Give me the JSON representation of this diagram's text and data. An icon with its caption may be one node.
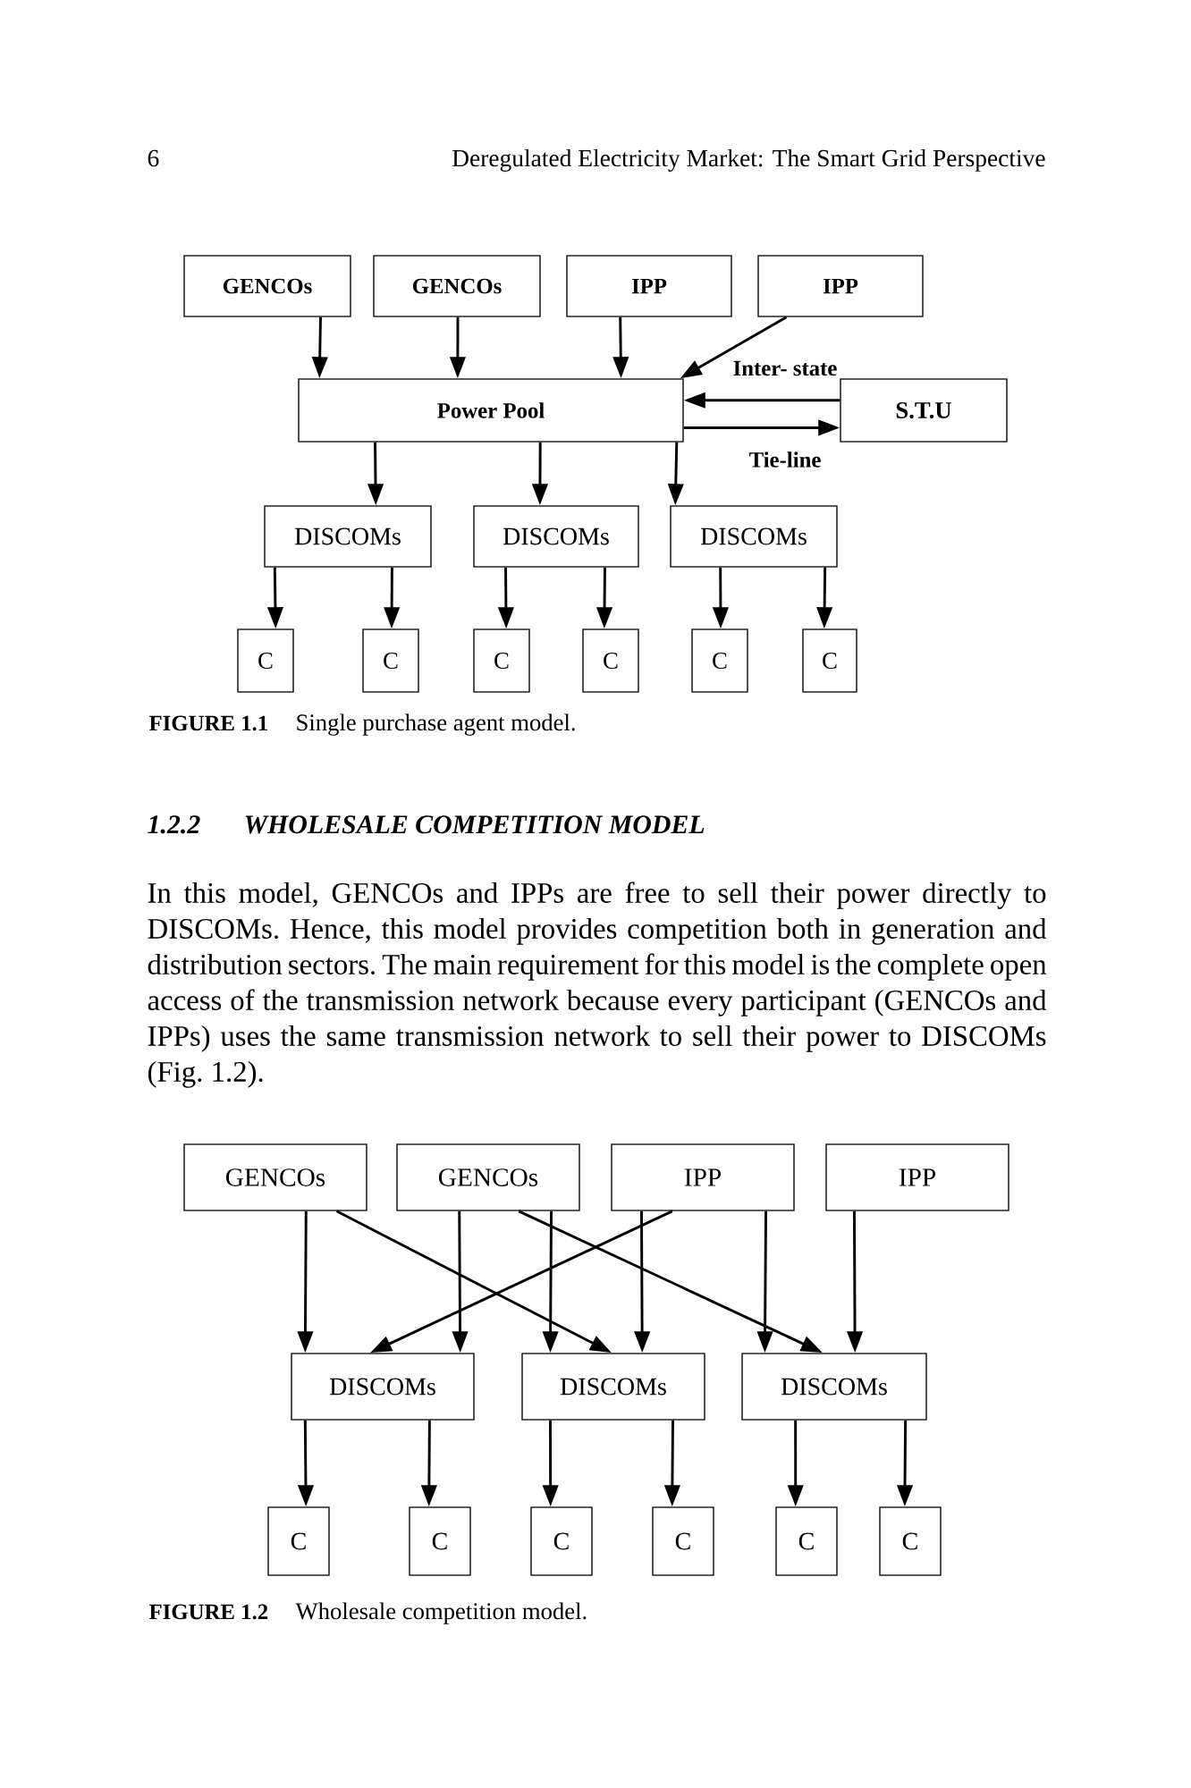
{
  "diagram": {
    "nodes": [
      {
        "text": [
          "GENCOs"
        ]
      },
      {
        "text": [
          "GENCOs"
        ]
      },
      {
        "text": [
          "IPP"
        ]
      },
      {
        "text": [
          "IPP"
        ]
      },
      {
        "text": [
          "Power Pool"
        ]
      },
      {
        "text": [
          "S.T.U"
        ]
      },
      {
        "text": [
          "DISCOMs"
        ]
      },
      {
        "text": [
          "DISCOMs"
        ]
      },
      {
        "text": [
          "DISCOMs"
        ]
      },
      {
        "text": [
          "C"
        ]
      },
      {
        "text": [
          "C"
        ]
      },
      {
        "text": [
          "C"
        ]
      },
      {
        "text": [
          "C"
        ]
      },
      {
        "text": [
          "C"
        ]
      },
      {
        "text": [
          "C"
        ]
      },
      {
        "text": [
          "GENCOs"
        ]
      },
      {
        "text": [
          "GENCOs"
        ]
      },
      {
        "text": [
          "IPP"
        ]
      },
      {
        "text": [
          "IPP"
        ]
      },
      {
        "text": [
          "DISCOMs"
        ]
      },
      {
        "text": [
          "DISCOMs"
        ]
      },
      {
        "text": [
          "DISCOMs"
        ]
      },
      {
        "text": [
          "C"
        ]
      },
      {
        "text": [
          "C"
        ]
      },
      {
        "text": [
          "C"
        ]
      },
      {
        "text": [
          "C"
        ]
      },
      {
        "text": [
          "C"
        ]
      },
      {
        "text": [
          "C"
        ]
      }
    ],
    "edges": [
      {
        "from": 0,
        "to": 4,
        "arrow": "to"
      },
      {
        "from": 1,
        "to": 4,
        "arrow": "to"
      },
      {
        "from": 2,
        "to": 4,
        "arrow": "to"
      },
      {
        "from": 3,
        "to": 4,
        "arrow": "to"
      },
      {
        "from": 5,
        "to": 4,
        "arrow": "to",
        "label": "Inter- state"
      },
      {
        "from": 4,
        "to": 5,
        "arrow": "to",
        "label": "Tie-line"
      },
      {
        "from": 4,
        "to": 6,
        "arrow": "to"
      },
      {
        "from": 4,
        "to": 7,
        "arrow": "to"
      },
      {
        "from": 4,
        "to": 8,
        "arrow": "to"
      },
      {
        "from": 6,
        "to": 9,
        "arrow": "to"
      },
      {
        "from": 6,
        "to": 10,
        "arrow": "to"
      },
      {
        "from": 7,
        "to": 11,
        "arrow": "to"
      },
      {
        "from": 7,
        "to": 12,
        "arrow": "to"
      },
      {
        "from": 8,
        "to": 13,
        "arrow": "to"
      },
      {
        "from": 8,
        "to": 14,
        "arrow": "to"
      },
      {
        "from": 15,
        "to": 19,
        "arrow": "to"
      },
      {
        "from": 15,
        "to": 20,
        "arrow": "to"
      },
      {
        "from": 16,
        "to": 19,
        "arrow": "to"
      },
      {
        "from": 16,
        "to": 20,
        "arrow": "to"
      },
      {
        "from": 16,
        "to": 21,
        "arrow": "to"
      },
      {
        "from": 17,
        "to": 19,
        "arrow": "to"
      },
      {
        "from": 17,
        "to": 20,
        "arrow": "to"
      },
      {
        "from": 17,
        "to": 21,
        "arrow": "to"
      },
      {
        "from": 18,
        "to": 21,
        "arrow": "to"
      },
      {
        "from": 19,
        "to": 22,
        "arrow": "to"
      },
      {
        "from": 19,
        "to": 23,
        "arrow": "to"
      },
      {
        "from": 20,
        "to": 24,
        "arrow": "to"
      },
      {
        "from": 20,
        "to": 25,
        "arrow": "to"
      },
      {
        "from": 21,
        "to": 26,
        "arrow": "to"
      },
      {
        "from": 21,
        "to": 27,
        "arrow": "to"
      }
    ],
    "labels": [
      "6",
      "Deregulated Electricity Market: The Smart Grid Perspective",
      "FIGURE 1.1",
      "Single purchase agent model.",
      "1.2.2",
      "WHOLESALE COMPETITION MODEL",
      "In this model, GENCOs and IPPs are free to sell their power directly to DISCOMs. Hence, this model provides competition both in generation and distribution sectors. The main requirement for this model is the complete open access of the transmission network because every participant (GENCOs and IPPs) uses the same transmission network to sell their power to DISCOMs (Fig. 1.2).",
      "FIGURE 1.2",
      "Wholesale competition model."
    ]
  }
}
